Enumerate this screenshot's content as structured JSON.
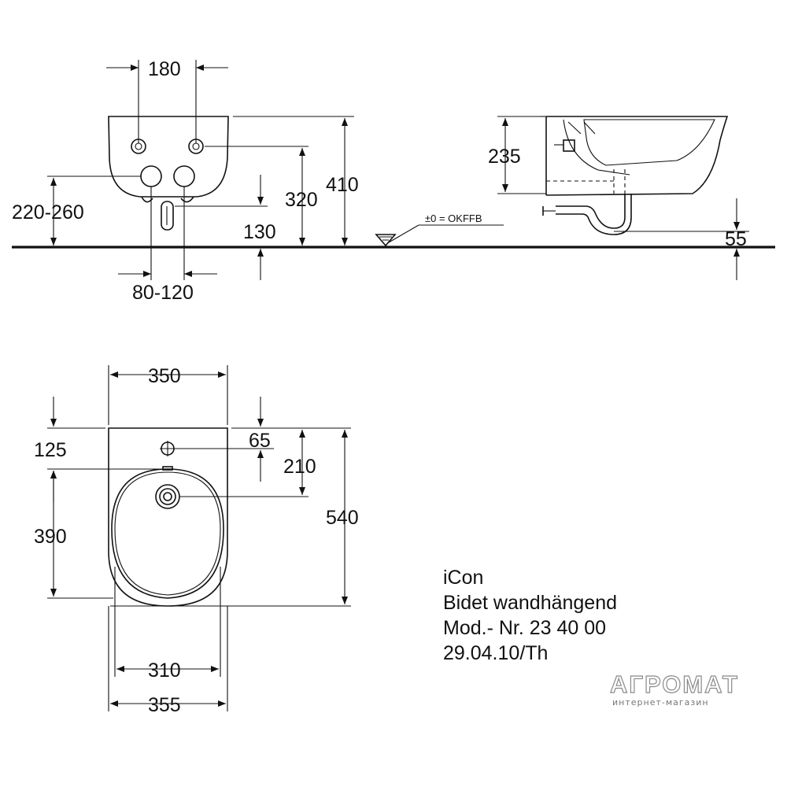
{
  "front_view": {
    "dims": {
      "d180": "180",
      "d410": "410",
      "d320": "320",
      "d220_260": "220-260",
      "d130": "130",
      "d80_120": "80-120"
    }
  },
  "side_view": {
    "dims": {
      "d235": "235",
      "d55": "55"
    },
    "floor_label": "±0 = OKFFB"
  },
  "top_view": {
    "dims": {
      "d350": "350",
      "d125": "125",
      "d65": "65",
      "d210": "210",
      "d540": "540",
      "d390": "390",
      "d310": "310",
      "d355": "355"
    }
  },
  "info": {
    "line1": "iCon",
    "line2": "Bidet wandhängend",
    "line3": "Mod.- Nr. 23 40 00",
    "line4": "29.04.10/Th"
  },
  "watermark": {
    "main": "АГРОМАТ",
    "sub": "интернет-магазин"
  }
}
